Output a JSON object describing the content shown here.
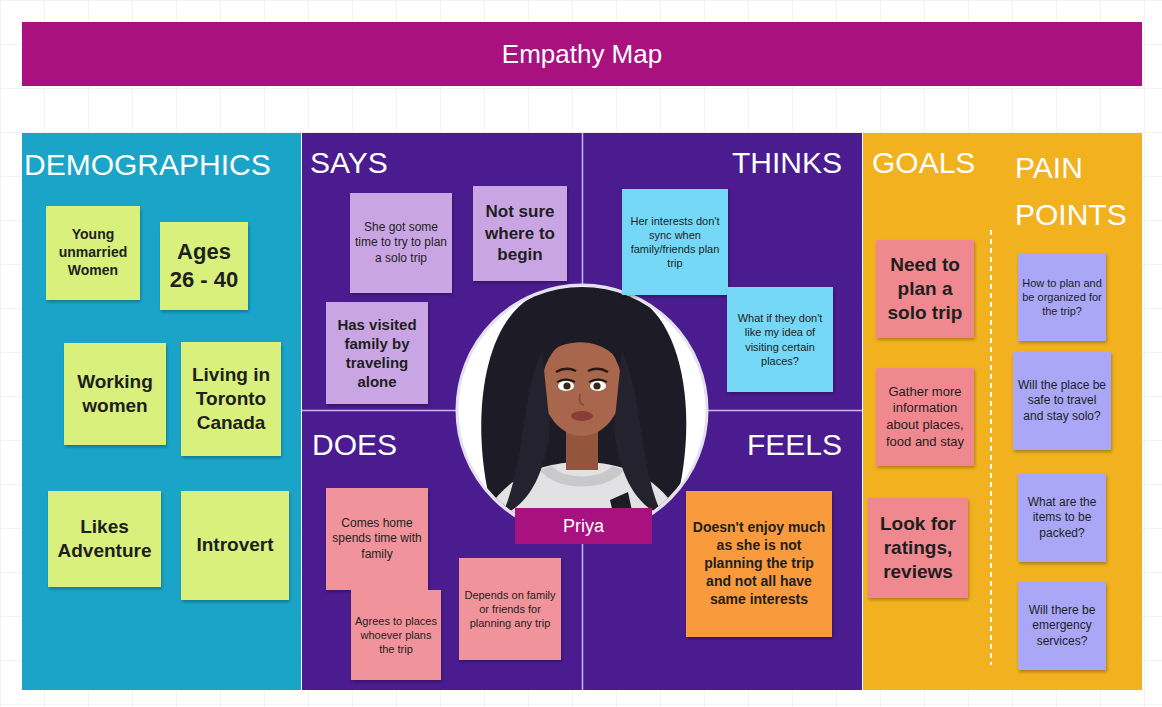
{
  "diagram": {
    "title": "Empathy Map",
    "nodes": [
      {
        "text": [
          "DEMOGRAPHICS"
        ]
      },
      {
        "text": [
          "Young unmarried Women"
        ],
        "in": 0
      },
      {
        "text": [
          "Ages 26 - 40"
        ],
        "in": 0
      },
      {
        "text": [
          "Working women"
        ],
        "in": 0
      },
      {
        "text": [
          "Living in Toronto Canada"
        ],
        "in": 0
      },
      {
        "text": [
          "Likes Adventure"
        ],
        "in": 0
      },
      {
        "text": [
          "Introvert"
        ],
        "in": 0
      },
      {
        "text": [
          "SAYS"
        ]
      },
      {
        "text": [
          "She got some time to try to plan a solo trip"
        ],
        "in": 7
      },
      {
        "text": [
          "Not sure where to begin"
        ],
        "in": 7
      },
      {
        "text": [
          "Has visited family by traveling alone"
        ],
        "in": 7
      },
      {
        "text": [
          "THINKS"
        ]
      },
      {
        "text": [
          "Her interests don't sync when family/friends plan trip"
        ],
        "in": 11
      },
      {
        "text": [
          "What if they don't like my idea of visiting certain places?"
        ],
        "in": 11
      },
      {
        "text": [
          "DOES"
        ]
      },
      {
        "text": [
          "Comes home spends time with family"
        ],
        "in": 14
      },
      {
        "text": [
          "Agrees to places whoever plans the trip"
        ],
        "in": 14
      },
      {
        "text": [
          "Depends on family or friends for planning any trip"
        ],
        "in": 14
      },
      {
        "text": [
          "FEELS"
        ]
      },
      {
        "text": [
          "Doesn't enjoy much as she is not planning the trip and not all have same interests"
        ],
        "in": 18
      },
      {
        "text": [
          "GOALS"
        ]
      },
      {
        "text": [
          "Need to plan a solo trip"
        ],
        "in": 20
      },
      {
        "text": [
          "Gather more information about places, food and stay"
        ],
        "in": 20
      },
      {
        "text": [
          "Look for ratings, reviews"
        ],
        "in": 20
      },
      {
        "text": [
          "PAIN POINTS"
        ]
      },
      {
        "text": [
          "How to plan and be organized for the trip?"
        ],
        "in": 24
      },
      {
        "text": [
          "Will the place be safe to travel and stay solo?"
        ],
        "in": 24
      },
      {
        "text": [
          "What are the items to be packed?"
        ],
        "in": 24
      },
      {
        "text": [
          "Will there be emergency services?"
        ],
        "in": 24
      },
      {
        "text": [
          "Priya"
        ]
      }
    ]
  }
}
